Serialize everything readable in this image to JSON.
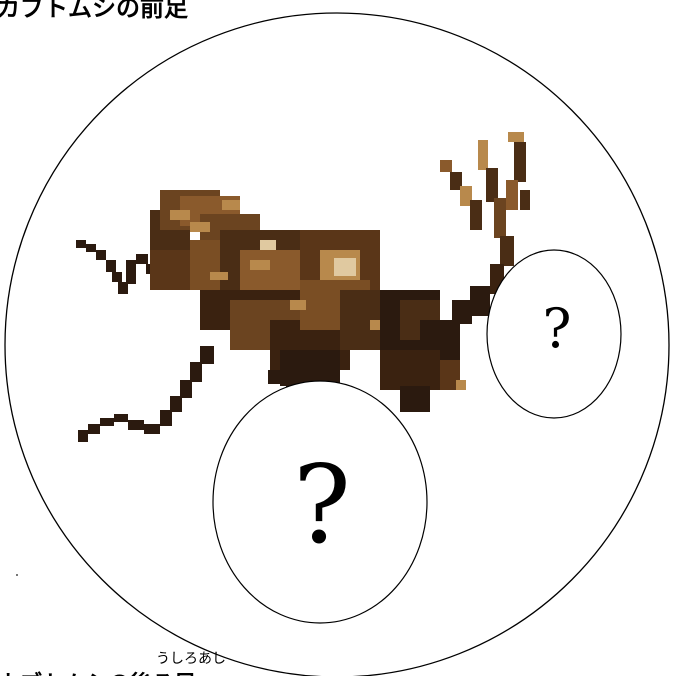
{
  "title": "カブトムシの前足",
  "furigana": "うしろあし",
  "bottom_text": "カブトムシの後ろ足",
  "big_question": "?",
  "small_question": "?",
  "image_subject": "rhinoceros-beetle-pixelated",
  "colors": {
    "outline": "#000000",
    "beetle_dark": "#2b1a0f",
    "beetle_mid": "#6b4420",
    "beetle_light": "#b8894c",
    "beetle_highlight": "#e0c9a0"
  }
}
